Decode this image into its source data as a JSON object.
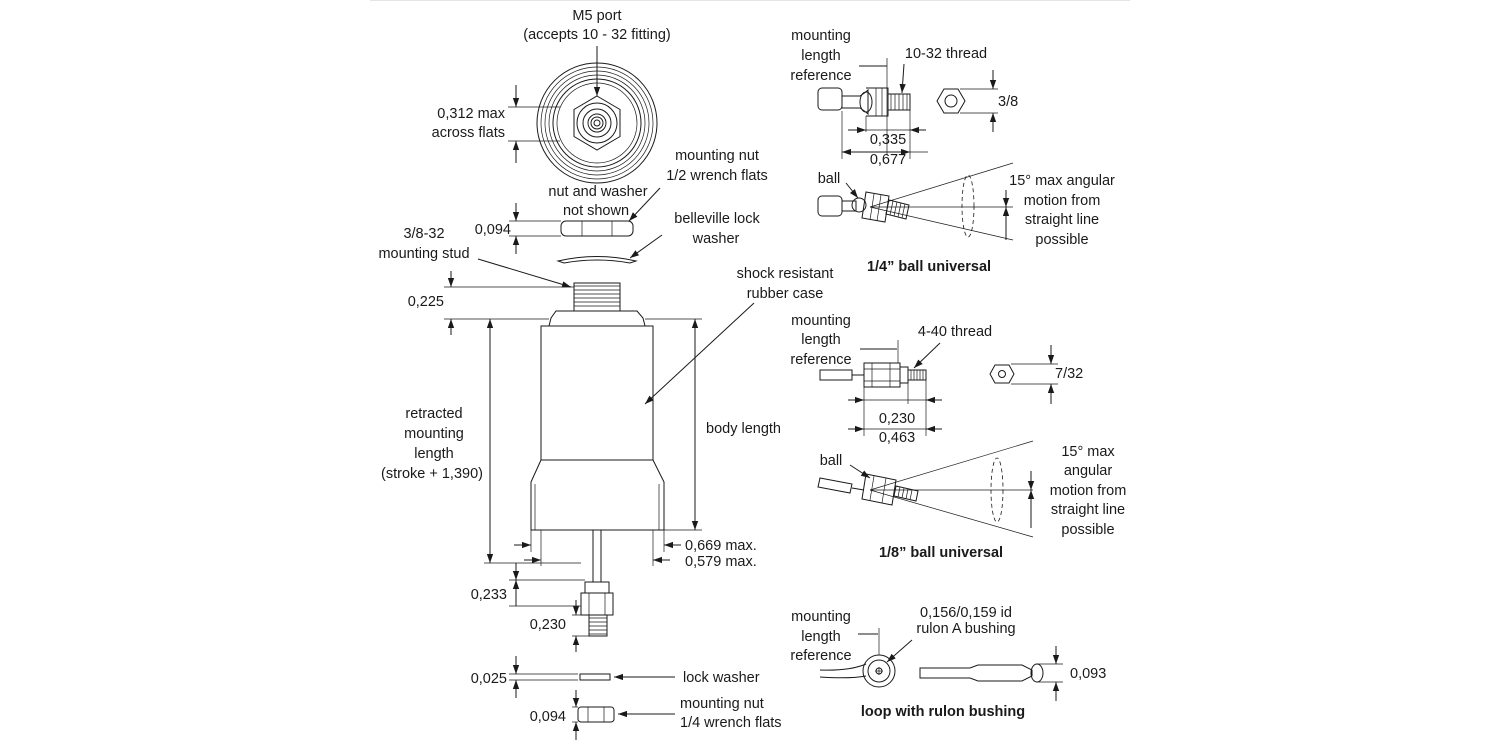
{
  "labels": {
    "m5_port": "M5 port",
    "accepts_fitting": "(accepts 10 - 32 fitting)",
    "dim_0312_max": "0,312 max",
    "across_flats": "across flats",
    "mounting_nut_a": "mounting nut",
    "half_wrench_flats": "1/2 wrench flats",
    "nut_and_washer": "nut and washer",
    "not_shown": "not shown",
    "dim_0094_a": "0,094",
    "belleville_lock": "belleville lock",
    "washer": "washer",
    "stud_thread": "3/8-32",
    "mounting_stud": "mounting stud",
    "dim_0225": "0,225",
    "shock_resistant": "shock resistant",
    "rubber_case": "rubber case",
    "retracted": "retracted",
    "mounting_a": "mounting",
    "length_a": "length",
    "stroke_formula": "(stroke + 1,390)",
    "body_length": "body length",
    "dim_0669": "0,669 max.",
    "dim_0579": "0,579 max.",
    "dim_0233": "0,233",
    "dim_0230_a": "0,230",
    "dim_0025": "0,025",
    "lock_washer": "lock washer",
    "dim_0094_b": "0,094",
    "mounting_nut_b": "mounting nut",
    "quarter_wrench_flats": "1/4 wrench flats",
    "q_mounting": "mounting",
    "q_length": "length",
    "q_reference": "reference",
    "q_thread": "10-32 thread",
    "q_hex": "3/8",
    "q_dim_0335": "0,335",
    "q_dim_0677": "0,677",
    "q_ball": "ball",
    "q_angle_1": "15° max angular",
    "q_angle_2": "motion from",
    "q_angle_3": "straight line",
    "q_angle_4": "possible",
    "q_title": "1/4” ball universal",
    "e_mounting": "mounting",
    "e_length": "length",
    "e_reference": "reference",
    "e_thread": "4-40 thread",
    "e_hex": "7/32",
    "e_dim_0230": "0,230",
    "e_dim_0463": "0,463",
    "e_ball": "ball",
    "e_angle_1": "15° max",
    "e_angle_2": "angular",
    "e_angle_3": "motion from",
    "e_angle_4": "straight line",
    "e_angle_5": "possible",
    "e_title": "1/8” ball universal",
    "l_mounting": "mounting",
    "l_length": "length",
    "l_reference": "reference",
    "l_id": "0,156/0,159 id",
    "l_bushing": "rulon A bushing",
    "l_dim_0093": "0,093",
    "l_title": "loop with rulon bushing"
  }
}
